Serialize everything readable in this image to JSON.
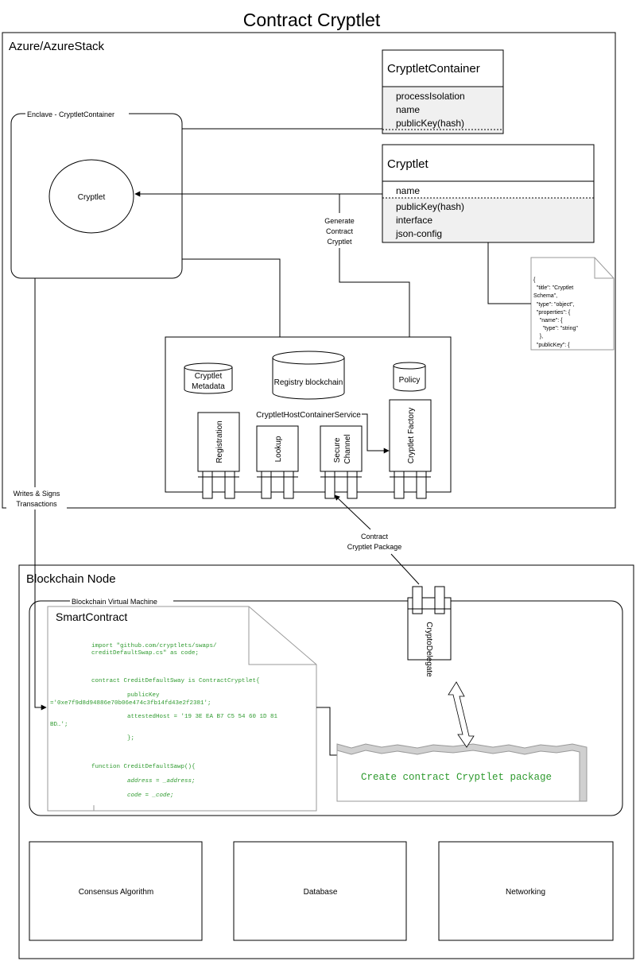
{
  "title": "Contract Cryptlet",
  "azure": {
    "label": "Azure/AzureStack",
    "enclave_label": "Enclave - CryptletContainer",
    "enclave_cryptlet": "Cryptlet",
    "generate_label": [
      "Generate",
      "Contract",
      "Cryptlet"
    ],
    "writes_label": [
      "Writes & Signs",
      "Transactions"
    ],
    "cryptlet_container": {
      "title": "CryptletContainer",
      "fields": [
        "processIsolation",
        "name",
        "publicKey(hash)"
      ]
    },
    "cryptlet": {
      "title": "Cryptlet",
      "field_first": "name",
      "fields": [
        "publicKey(hash)",
        "interface",
        "json-config"
      ]
    },
    "json_doc": [
      "{",
      "  \"title\": \"Cryptlet",
      "Schema\",",
      "  \"type\": \"object\",",
      "  \"properties\": {",
      "    \"name\": {",
      "      \"type\": \"string\"",
      "    },",
      "  \"publicKey\": {"
    ],
    "host": {
      "metadata": [
        "Cryptlet",
        "Metadata"
      ],
      "registry": "Registry blockchain",
      "policy": "Policy",
      "service": "CryptletHostContainerService",
      "components": [
        "Registration",
        "Lookup",
        "Secure Channel",
        "Cryptlet Factory"
      ]
    }
  },
  "package_label": [
    "Contract",
    "Cryptlet Package"
  ],
  "blockchain": {
    "label": "Blockchain Node",
    "vm_label": "Blockchain Virtual Machine",
    "smart_contract": {
      "title": "SmartContract",
      "code": [
        "import \"github.com/cryptlets/swaps/",
        "creditDefaultSwap.cs\" as code;",
        "",
        "contract CreditDefaultSway is ContractCryptlet{",
        "          publicKey",
        "='0xe7f9d8d94886e70b06e474c3fb14fd43e2f2381';",
        "          attestedHost = '19 3E EA B7 C5 54 60 1D 81",
        "BD…';",
        "          };",
        "",
        "function CreditDefaultSawp(){",
        "          address = _address;",
        "          code = _code;"
      ]
    },
    "crypto_delegate": "CryptoDelegate",
    "create_package": "Create contract Cryptlet package",
    "bottom_boxes": [
      "Consensus Algorithm",
      "Database",
      "Networking"
    ]
  }
}
